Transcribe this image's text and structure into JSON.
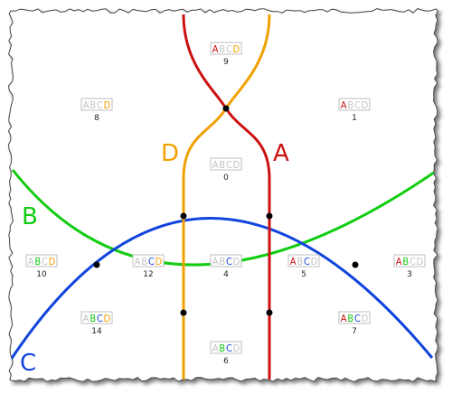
{
  "diagram": {
    "sets": [
      {
        "letter": "A",
        "color": "#cc1111"
      },
      {
        "letter": "B",
        "color": "#11cc11"
      },
      {
        "letter": "C",
        "color": "#1144dd"
      },
      {
        "letter": "D",
        "color": "#f0a000"
      }
    ],
    "inactive_color": "#c4c4c4",
    "set_labels": [
      {
        "text": "A",
        "color": "#cc1111"
      },
      {
        "text": "B",
        "color": "#11cc11"
      },
      {
        "text": "C",
        "color": "#1144dd"
      },
      {
        "text": "D",
        "color": "#f0a000"
      }
    ],
    "regions": [
      {
        "number": "9",
        "members": [
          "A",
          "D"
        ]
      },
      {
        "number": "8",
        "members": [
          "D"
        ]
      },
      {
        "number": "1",
        "members": [
          "A"
        ]
      },
      {
        "number": "0",
        "members": []
      },
      {
        "number": "10",
        "members": [
          "B",
          "D"
        ]
      },
      {
        "number": "12",
        "members": [
          "C",
          "D"
        ]
      },
      {
        "number": "4",
        "members": [
          "C"
        ]
      },
      {
        "number": "5",
        "members": [
          "A",
          "C"
        ]
      },
      {
        "number": "3",
        "members": [
          "A",
          "B"
        ]
      },
      {
        "number": "14",
        "members": [
          "B",
          "C",
          "D"
        ]
      },
      {
        "number": "7",
        "members": [
          "A",
          "B",
          "C"
        ]
      },
      {
        "number": "6",
        "members": [
          "B",
          "C"
        ]
      }
    ]
  }
}
